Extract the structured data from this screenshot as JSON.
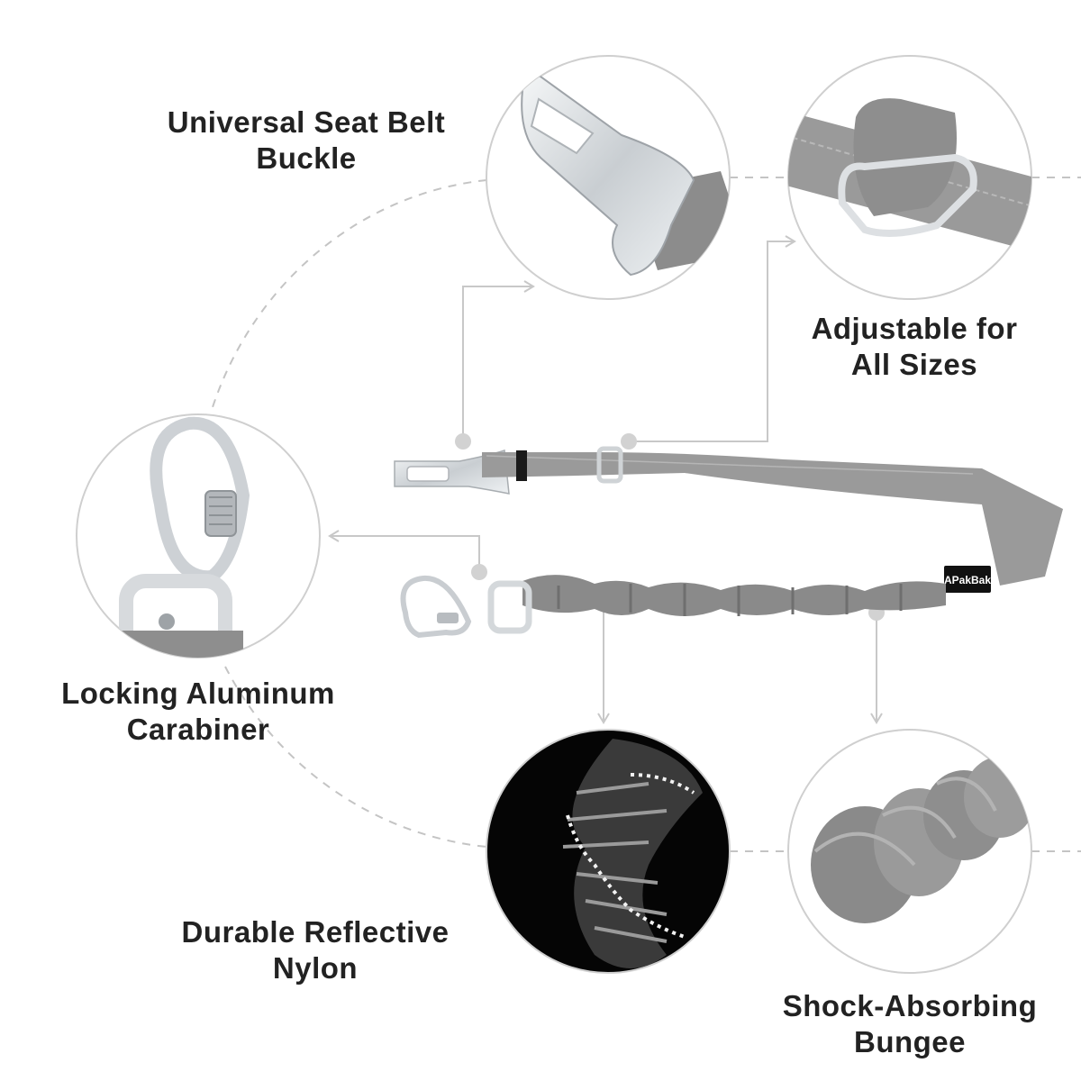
{
  "features": {
    "buckle": {
      "line1": "Universal Seat Belt",
      "line2": "Buckle"
    },
    "adjustable": {
      "line1": "Adjustable for",
      "line2": "All Sizes"
    },
    "carabiner": {
      "line1": "Locking Aluminum",
      "line2": "Carabiner"
    },
    "nylon": {
      "line1": "Durable Reflective",
      "line2": "Nylon"
    },
    "bungee": {
      "line1": "Shock-Absorbing",
      "line2": "Bungee"
    }
  },
  "product": {
    "brand_tag": "APakBak"
  },
  "colors": {
    "strap_gray": "#8e8e8e",
    "strap_light": "#a7a7a7",
    "metal": "#d9dde0",
    "dash_gray": "#bdbdbd",
    "label_text": "#222222",
    "night_background": "#050505"
  },
  "icons": {
    "buckle_closeup": "seat-belt-buckle-photo",
    "adjuster_closeup": "strap-adjuster-photo",
    "carabiner_closeup": "carabiner-photo",
    "nylon_closeup": "reflective-nylon-photo",
    "bungee_closeup": "bungee-coil-photo"
  }
}
